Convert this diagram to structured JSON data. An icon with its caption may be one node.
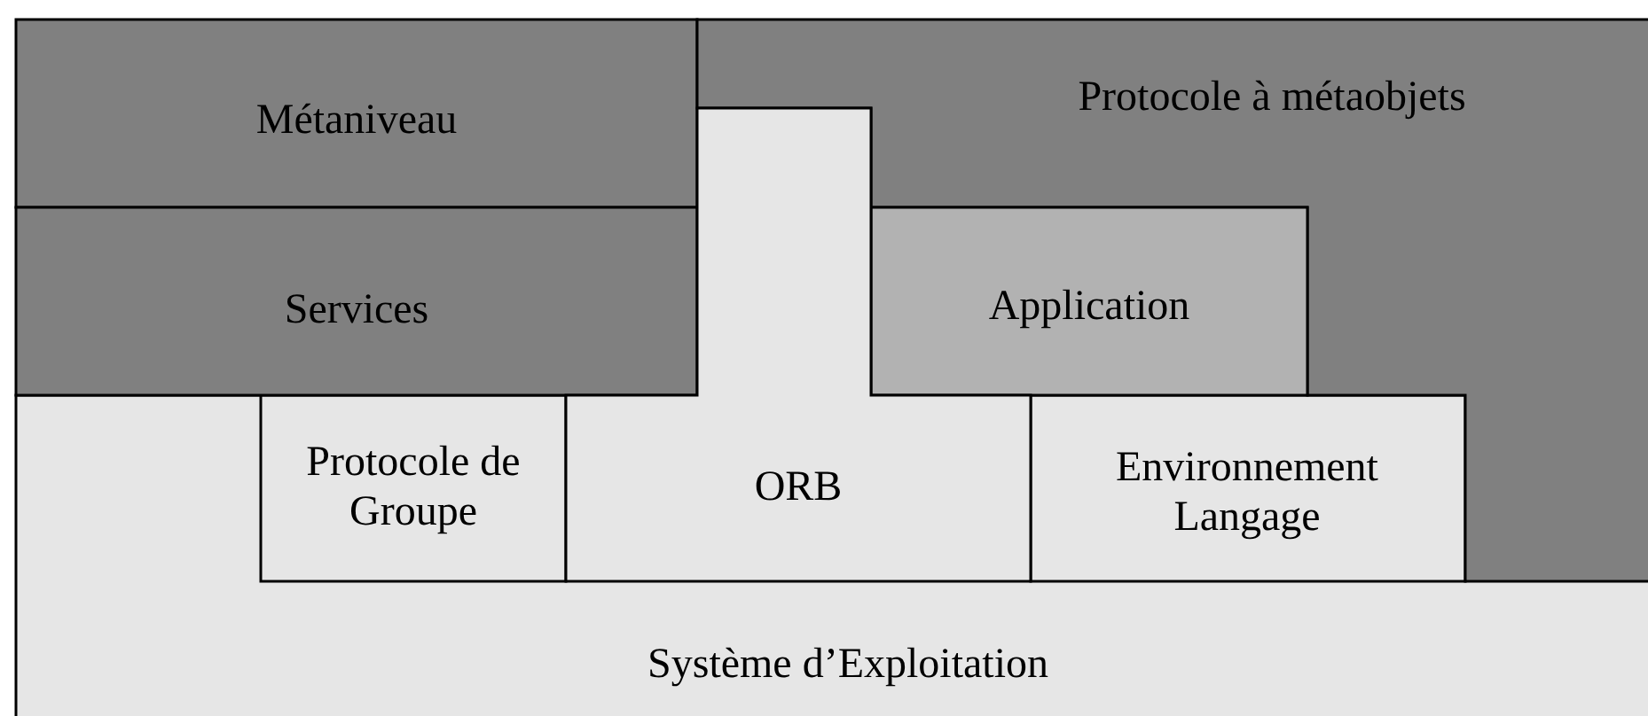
{
  "diagram": {
    "nodes": [
      {
        "text": [
          "Système d’Exploitation"
        ]
      },
      {
        "text": [
          "Métaniveau"
        ]
      },
      {
        "text": [
          "Protocole à métaobjets"
        ]
      },
      {
        "text": [
          "Services"
        ]
      },
      {
        "text": [
          "Application"
        ]
      },
      {
        "text": [
          "ORB"
        ]
      },
      {
        "text": [
          "Protocole de Groupe"
        ],
        "in": 0
      },
      {
        "text": [
          "Environnement Langage"
        ],
        "in": 0
      }
    ]
  }
}
